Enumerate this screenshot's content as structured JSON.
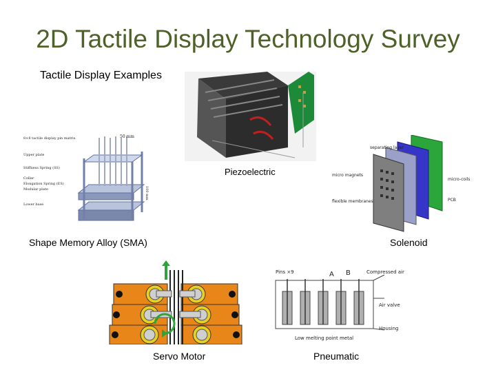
{
  "slide": {
    "title": "2D Tactile Display Technology Survey",
    "subtitle": "Tactile Display Examples"
  },
  "figures": {
    "piezoelectric": {
      "caption": "Piezoelectric"
    },
    "sma": {
      "caption": "Shape Memory Alloy (SMA)",
      "annotations": [
        "50 mm",
        "8×8 tactile display pin matrix",
        "Upper plate",
        "Stiffness Spring (SS)",
        "Collar",
        "Elongation Spring (ES)",
        "Modular plate",
        "Lower base",
        "100 mm"
      ]
    },
    "solenoid": {
      "caption": "Solenoid",
      "annotations": [
        "separating layer",
        "micro magnets",
        "flexible membranes",
        "micro-coils",
        "PCB"
      ]
    },
    "servo": {
      "caption": "Servo Motor"
    },
    "pneumatic": {
      "caption": "Pneumatic",
      "annotations": [
        "Pins ×9",
        "A",
        "B",
        "Compressed air",
        "Air valve",
        "Housing",
        "Low melting point metal"
      ]
    }
  },
  "colors": {
    "title": "#4e6128",
    "servo_orange": "#e8861a",
    "solenoid_green": "#2aa63a",
    "solenoid_blue": "#3535c8"
  }
}
